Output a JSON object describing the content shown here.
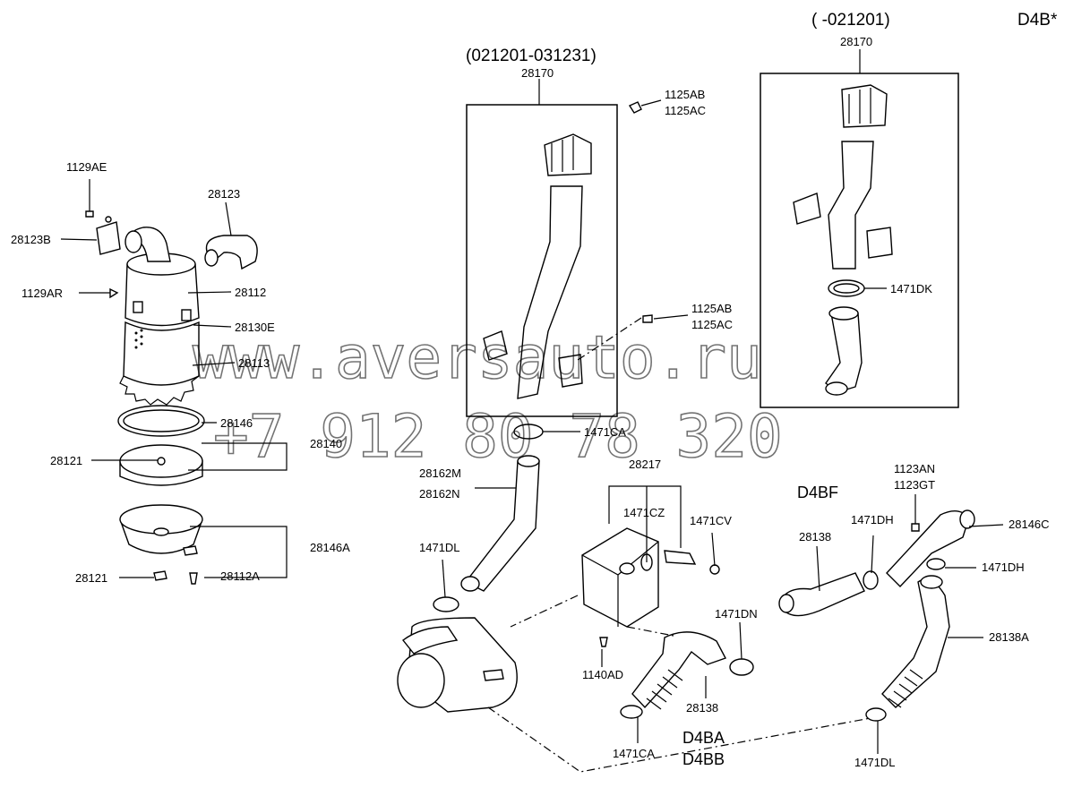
{
  "header": {
    "corner_code": "D4B*"
  },
  "variants": {
    "left_range": "(021201-031231)",
    "right_range": "( -021201)",
    "engine_d4bf": "D4BF",
    "engine_d4ba": "D4BA",
    "engine_d4bb": "D4BB"
  },
  "watermark": {
    "site": "www.aversauto.ru",
    "phone": "+7 912 80 78 320"
  },
  "labels": {
    "l28170a": "28170",
    "l28170b": "28170",
    "l1125AB_1": "1125AB",
    "l1125AC_1": "1125AC",
    "l1125AB_2": "1125AB",
    "l1125AC_2": "1125AC",
    "l1129AE": "1129AE",
    "l28123B": "28123B",
    "l28123": "28123",
    "l1129AR": "1129AR",
    "l28112": "28112",
    "l28130E": "28130E",
    "l28113": "28113",
    "l28146": "28146",
    "l28140": "28140",
    "l28121a": "28121",
    "l28146A": "28146A",
    "l28121b": "28121",
    "l28112A": "28112A",
    "l1471DK": "1471DK",
    "l1471CA_1": "1471CA",
    "l28162M": "28162M",
    "l28162N": "28162N",
    "l28217": "28217",
    "l1471CZ": "1471CZ",
    "l1471CV": "1471CV",
    "l1471DL_1": "1471DL",
    "l1140AD": "1140AD",
    "l1471DN": "1471DN",
    "l28138a": "28138",
    "l1471CA_2": "1471CA",
    "l1123AN": "1123AN",
    "l1123GT": "1123GT",
    "l28146C": "28146C",
    "l1471DH_1": "1471DH",
    "l28138b": "28138",
    "l1471DH_2": "1471DH",
    "l28138A": "28138A",
    "l1471DL_2": "1471DL"
  }
}
